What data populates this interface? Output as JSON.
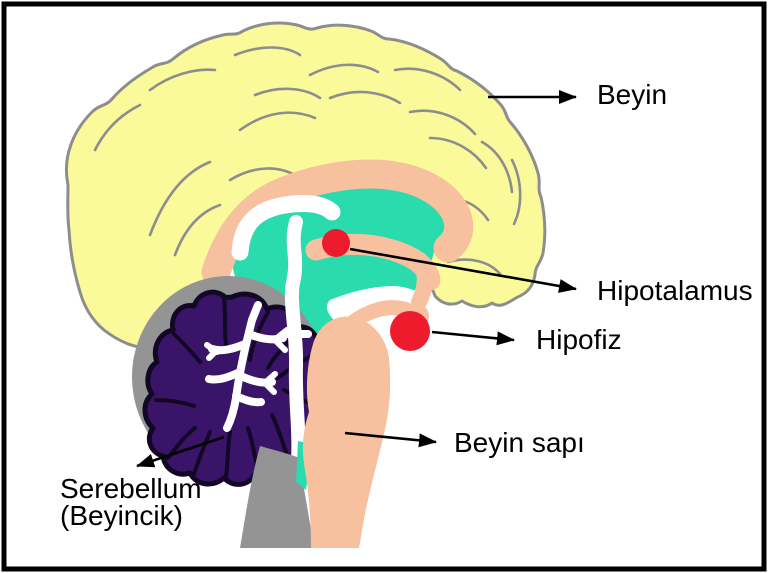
{
  "labels": {
    "beyin": "Beyin",
    "hipotalamus": "Hipotalamus",
    "hipofiz": "Hipofiz",
    "beyin_sapi": "Beyin sapı",
    "serebellum_line1": "Serebellum",
    "serebellum_line2": "(Beyincik)"
  },
  "colors": {
    "frame": "#000000",
    "background": "#ffffff",
    "cerebrum_yellow": "#fafa9b",
    "outline_gray": "#8d8d8d",
    "corpus_pink": "#f7c09f",
    "ventricle_teal": "#2adbad",
    "cerebellum_ring_gray": "#949494",
    "cerebellum_purple": "#3a1468",
    "cerebellum_outline": "#120826",
    "white_matter": "#ffffff",
    "highlight_red": "#ee1b2d",
    "arrow_black": "#000000",
    "text_black": "#000000"
  }
}
